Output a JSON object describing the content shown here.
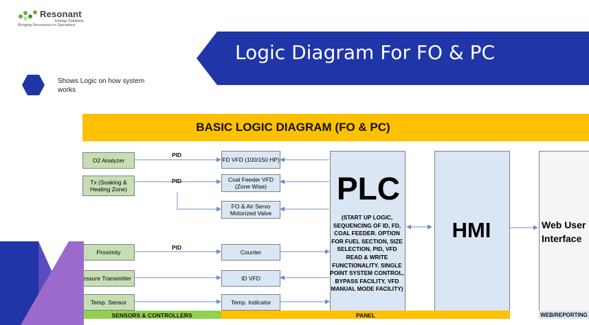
{
  "logo": {
    "name": "Resonant",
    "sub": "Energy Solutions",
    "tagline": "Bringing Resonance in Operations"
  },
  "banner": {
    "title": "Logic Diagram For FO & PC",
    "color": "#1F35A8"
  },
  "bullet": {
    "text": "Shows Logic on how system works",
    "color": "#1F35A8"
  },
  "diagram": {
    "title": "BASIC LOGIC DIAGRAM (FO & PC)",
    "sensors": [
      "O2 Analyzer",
      "Tx (Soaking & Heating Zone)",
      "Proximity",
      "Pressure Transmitter",
      "Temp. Sensor"
    ],
    "controllers": [
      "FD VFD (100/150 HP)",
      "Coal Feeder VFD (Zone Wise)",
      "FO & Air Servo Motorized Valve",
      "Counter",
      "ID VFD",
      "Temp. Indicator"
    ],
    "pid_labels": [
      "PID",
      "PID",
      "PID"
    ],
    "plc": {
      "title": "PLC",
      "description": "(START UP LOGIC, SEQUENCING OF ID, FD, COAL FEEDER. OPTION FOR FUEL SECTION, SIZE SELECTION, PID, VFD READ & WRITE FUNCTIONALITY. SINGLE POINT SYSTEM CONTROL, BYPASS FACILITY, VFD MANUAL MODE FACILITY)"
    },
    "hmi": {
      "title": "HMI"
    },
    "web": {
      "title": "Web User Interface"
    },
    "footer": {
      "sensors": "SENSORS & CONTROLLERS",
      "panel": "PANEL",
      "web": "WEB/REPORTING"
    },
    "colors": {
      "header": "#FFC000",
      "sensor": "#C6DEB4",
      "box": "#DAE6F4",
      "foot_green": "#92D050"
    }
  },
  "decor": {
    "purple": "#9B6BCC",
    "blue": "#1F35A8"
  }
}
